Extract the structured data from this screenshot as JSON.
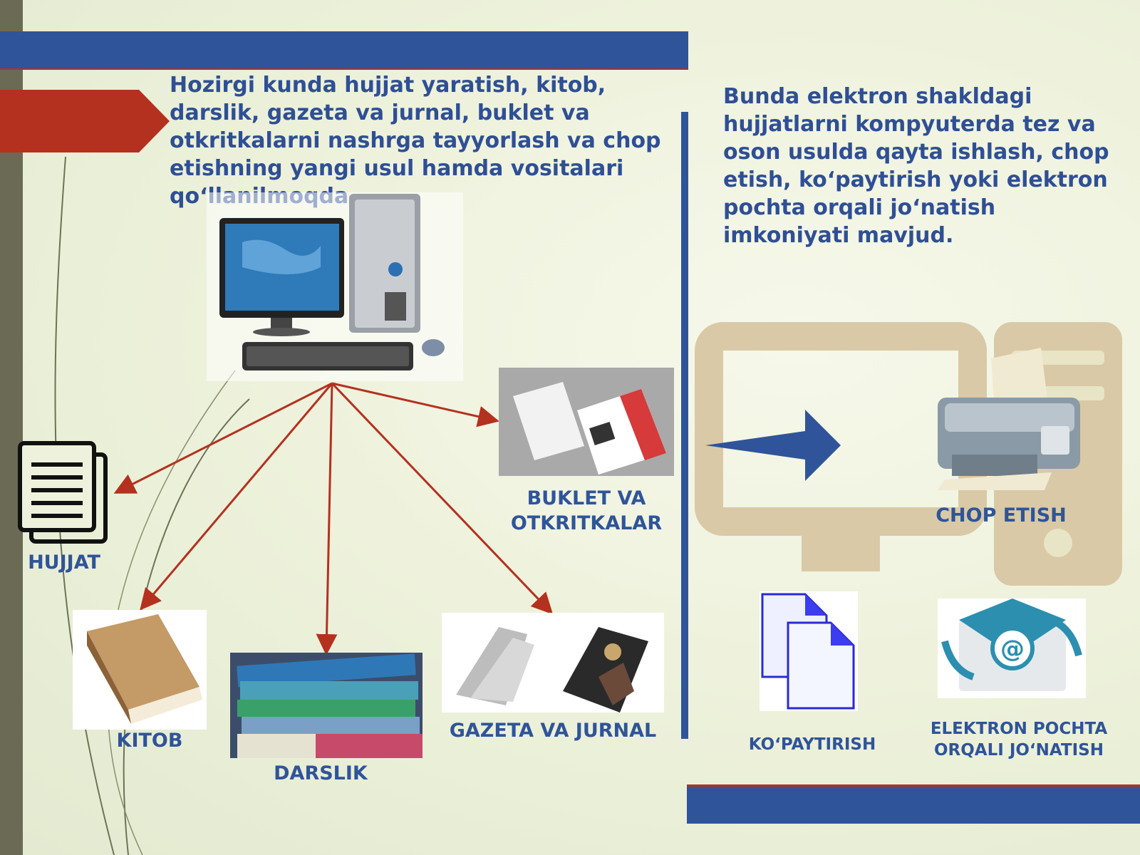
{
  "left_paragraph": "Hozirgi kunda hujjat yaratish, kitob, darslik, gazeta va jurnal, buklet va otkritkalarni nashrga tayyorlash va chop etishning yangi usul hamda vositalari qo‘llanilmoqda.",
  "right_paragraph": "Bunda elektron shakldagi hujjatlarni kompyuterda tez va oson usulda qayta ishlash, chop etish, ko‘paytirish yoki elektron pochta orqali jo‘natish imkoniyati mavjud.",
  "labels": {
    "hujjat": "HUJJAT",
    "kitob": "KITOB",
    "darslik": "DARSLIK",
    "gazeta": "GAZETA VA JURNAL",
    "buklet": "BUKLET VA OTKRITKALAR",
    "chop": "CHOP ETISH",
    "kopaytirish": "KO‘PAYTIRISH",
    "pochta": "ELEKTRON POCHTA ORQALI JO‘NATISH"
  },
  "icons": {
    "computer": "desktop-computer-icon",
    "document": "document-stack-icon",
    "book": "book-icon",
    "textbooks": "textbook-stack-icon",
    "newspaper": "newspaper-magazine-icon",
    "brochure": "brochure-icon",
    "printer": "printer-icon",
    "copy": "copy-documents-icon",
    "email": "email-envelope-icon",
    "arrow": "right-arrow-icon"
  },
  "colors": {
    "accent_blue": "#2f5499",
    "accent_red": "#b4311f",
    "text_blue": "#2f4f95",
    "tan": "#d9c9a6"
  }
}
